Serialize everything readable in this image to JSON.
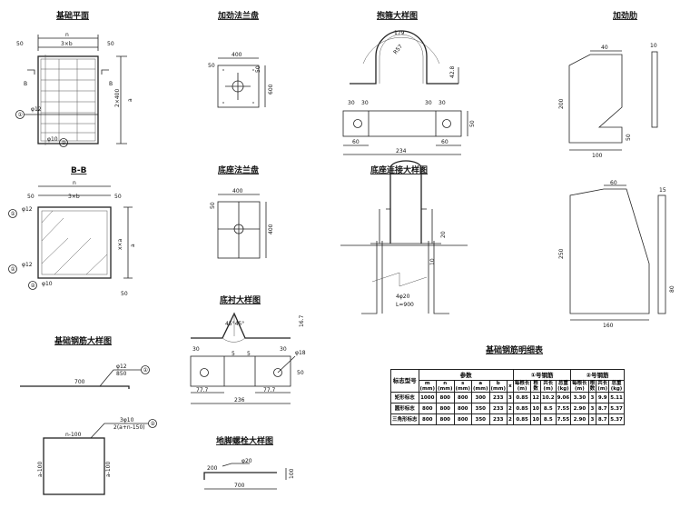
{
  "titles": {
    "plan": "基础平面",
    "flange_stiff": "加劲法兰盘",
    "hoop": "抱箍大样图",
    "rib": "加劲肋",
    "section": "B-B",
    "base_flange": "底座法兰盘",
    "base_conn": "底座连接大样图",
    "liner": "底衬大样图",
    "rebar": "基础钢筋大样图",
    "table": "基础钢筋明细表",
    "anchor": "地脚螺栓大样图"
  },
  "plan": {
    "a": "n",
    "d50": "50",
    "d3b": "3×b",
    "b": "B",
    "d2x400": "2×400",
    "dim_a": "a",
    "phi12": "φ12",
    "phi10": "φ10",
    "m1": "①",
    "m2": "②"
  },
  "section": {
    "a": "n",
    "d50": "50",
    "d3b": "3×b",
    "dxa": "x×a",
    "dim_a": "a",
    "phi12": "φ12",
    "phi10": "φ10",
    "m1": "①",
    "m2": "②"
  },
  "flange": {
    "d400": "400",
    "d50": "50",
    "d600": "600"
  },
  "hoop": {
    "d179": "179",
    "r": "R57",
    "d42": "42.8",
    "d30": "30",
    "d60": "60",
    "d234": "234",
    "d50": "50"
  },
  "rib": {
    "d40": "40",
    "d10": "10",
    "d200": "200",
    "d50": "50",
    "d100": "100",
    "d60": "60",
    "d15": "15",
    "d250": "250",
    "d80": "80",
    "d160": "160"
  },
  "base_conn": {
    "d20": "20",
    "d10": "10",
    "bolt": "4φ20",
    "len": "L=900"
  },
  "liner": {
    "ang": "45°45°",
    "d16": "16.7",
    "d30": "30",
    "d5": "5",
    "phi": "φ18",
    "d50": "50",
    "d77": "77.7",
    "d236": "236"
  },
  "rebar": {
    "d700": "700",
    "phi12": "φ12",
    "len850": "850",
    "m1": "①",
    "n100": "n-100",
    "a100": "a-100",
    "bars": "3φ10",
    "formula": "2(a+n-150)",
    "m2": "②"
  },
  "anchor": {
    "d200": "200",
    "phi20": "φ20",
    "d100": "100",
    "d700": "700"
  },
  "table": {
    "col_type": "标志型号",
    "group_params": "参数",
    "group_1": "①号钢筋",
    "group_2": "②号钢筋",
    "param_cols": [
      [
        "m",
        "(mm)"
      ],
      [
        "n",
        "(mm)"
      ],
      [
        "s",
        "(mm)"
      ],
      [
        "a",
        "(mm)"
      ],
      [
        "b",
        "(mm)"
      ],
      [
        "x",
        ""
      ]
    ],
    "bar_cols": [
      [
        "每根长",
        "(m)"
      ],
      [
        "根",
        "数"
      ],
      [
        "共长",
        "(m)"
      ],
      [
        "总重",
        "(kg)"
      ]
    ],
    "rows": [
      [
        "矩形标志",
        "1000",
        "800",
        "800",
        "300",
        "233",
        "3",
        "0.85",
        "12",
        "10.2",
        "9.06",
        "3.30",
        "3",
        "9.9",
        "5.11"
      ],
      [
        "圆形标志",
        "800",
        "800",
        "800",
        "350",
        "233",
        "2",
        "0.85",
        "10",
        "8.5",
        "7.55",
        "2.90",
        "3",
        "8.7",
        "5.37"
      ],
      [
        "三角形标志",
        "800",
        "800",
        "800",
        "350",
        "233",
        "2",
        "0.85",
        "10",
        "8.5",
        "7.55",
        "2.90",
        "3",
        "8.7",
        "5.37"
      ]
    ]
  }
}
